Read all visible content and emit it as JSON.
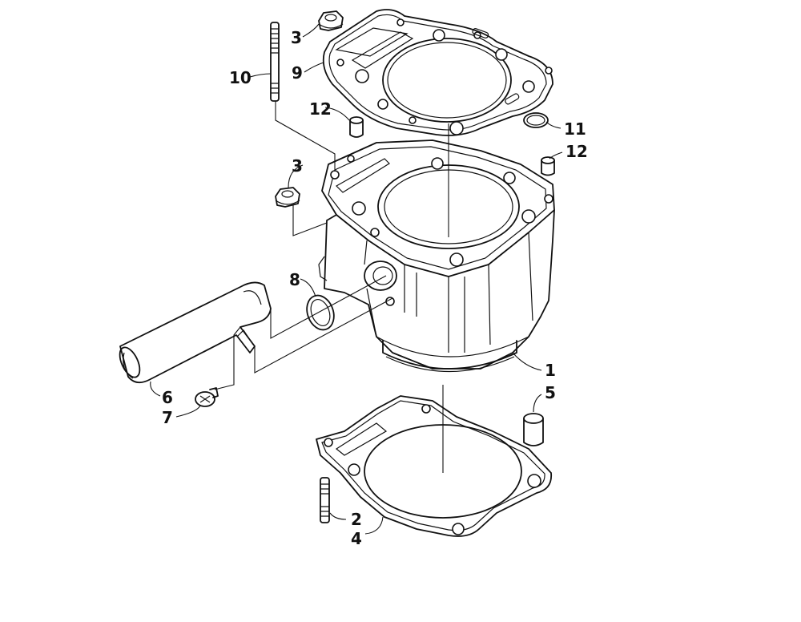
{
  "callouts": {
    "c1": "1",
    "c2": "2",
    "c3a": "3",
    "c3b": "3",
    "c4": "4",
    "c5": "5",
    "c6": "6",
    "c7": "7",
    "c8": "8",
    "c9": "9",
    "c10": "10",
    "c11": "11",
    "c12a": "12",
    "c12b": "12"
  }
}
